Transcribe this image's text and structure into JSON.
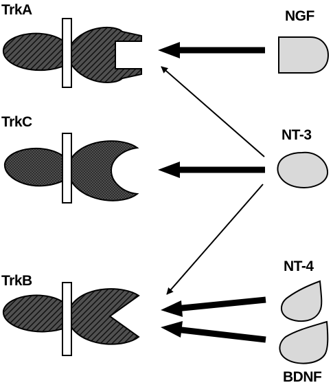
{
  "receptors": {
    "trka": {
      "label": "TrkA"
    },
    "trkc": {
      "label": "TrkC"
    },
    "trkb": {
      "label": "TrkB"
    }
  },
  "ligands": {
    "ngf": {
      "label": "NGF"
    },
    "nt3": {
      "label": "NT-3"
    },
    "nt4": {
      "label": "NT-4"
    },
    "bdnf": {
      "label": "BDNF"
    }
  },
  "colors": {
    "receptor_fill": "#3a3a3a",
    "ligand_fill": "#d9d9d9",
    "line": "#000000",
    "membrane": "#ffffff"
  }
}
